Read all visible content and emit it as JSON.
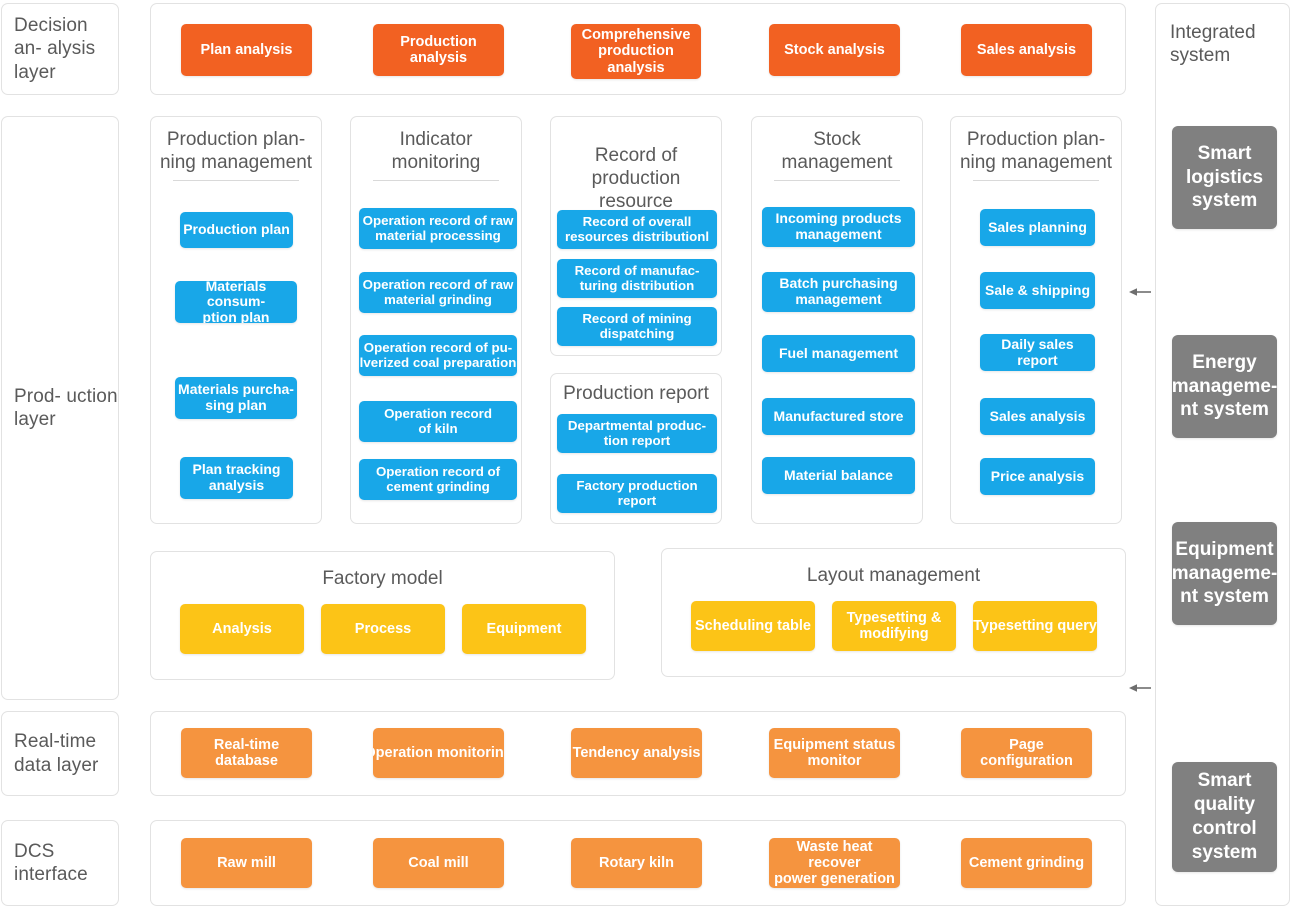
{
  "layers": [
    {
      "id": "decision",
      "label": "Decision an-\nalysis  layer"
    },
    {
      "id": "production",
      "label": "Prod-\nuction\nlayer"
    },
    {
      "id": "realtime",
      "label": "Real-time\ndata layer"
    },
    {
      "id": "dcs",
      "label": "DCS\ninterface"
    }
  ],
  "decision_layer": {
    "chips": [
      "Plan analysis",
      "Production analysis",
      "Comprehensive\nproduction analysis",
      "Stock analysis",
      "Sales analysis"
    ]
  },
  "production_layer": {
    "groups": [
      {
        "title": "Production plan-\nning management",
        "chips": [
          "Production plan",
          "Materials consum-\nption plan",
          "Materials purcha-\nsing plan",
          "Plan tracking\nanalysis"
        ]
      },
      {
        "title": "Indicator\nmonitoring",
        "chips": [
          "Operation record of raw\nmaterial processing",
          "Operation record of raw\nmaterial grinding",
          "Operation record of pu-\nlverized coal preparation",
          "Operation record\nof kiln",
          "Operation record of\ncement grinding"
        ]
      },
      {
        "title": "Record of production\nresource distribution",
        "chips": [
          "Record of overall\nresources distributionl",
          "Record of manufac-\nturing distribution",
          "Record of mining\ndispatching"
        ]
      },
      {
        "title": "Production report",
        "chips": [
          "Departmental produc-\ntion report",
          "Factory production\nreport"
        ]
      },
      {
        "title": "Stock\nmanagement",
        "chips": [
          "Incoming products\nmanagement",
          "Batch purchasing\nmanagement",
          "Fuel management",
          "Manufactured store",
          "Material balance"
        ]
      },
      {
        "title": "Production plan-\nning management",
        "chips": [
          "Sales planning",
          "Sale & shipping",
          "Daily sales report",
          "Sales analysis",
          "Price analysis"
        ]
      }
    ],
    "factory_model": {
      "title": "Factory model",
      "chips": [
        "Analysis",
        "Process",
        "Equipment"
      ]
    },
    "layout_management": {
      "title": "Layout management",
      "chips": [
        "Scheduling table",
        "Typesetting &\nmodifying",
        "Typesetting query"
      ]
    }
  },
  "realtime_layer": {
    "chips": [
      "Real-time database",
      "Operation monitoring",
      "Tendency analysis",
      "Equipment status\nmonitor",
      "Page configuration"
    ]
  },
  "dcs_layer": {
    "chips": [
      "Raw mill",
      "Coal mill",
      "Rotary kiln",
      "Waste heat recover\npower generation",
      "Cement grinding"
    ]
  },
  "integrated_system": {
    "title": "Integrated\nsystem",
    "chips": [
      "Smart\nlogistics\nsystem",
      "Energy\nmanageme-\nnt system",
      "Equipment\nmanageme-\nnt system",
      "Smart\nquality\ncontrol\nsystem"
    ]
  },
  "colors": {
    "decision_chip": "#f26122",
    "production_chip": "#18a7e8",
    "model_chip": "#fcc417",
    "realtime_chip": "#f5943f",
    "integrated_chip": "#808080",
    "panel_border": "#e2e2e2",
    "text": "#5a5a5a"
  }
}
